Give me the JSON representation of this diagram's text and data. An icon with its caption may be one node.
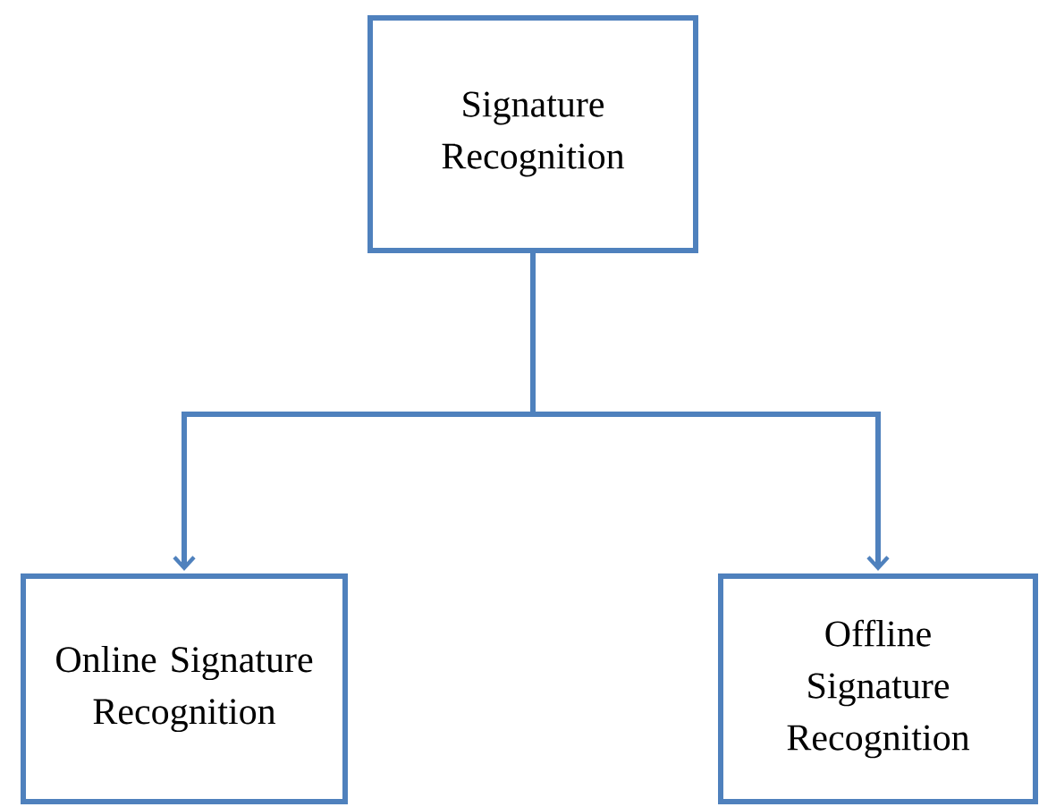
{
  "diagram": {
    "nodes": [
      {
        "text": [
          "Signature Recognition"
        ]
      },
      {
        "text": [
          "Online Signature Recognition"
        ]
      },
      {
        "text": [
          "Offline Signature Recognition"
        ]
      }
    ],
    "edges": [
      {
        "from": 0,
        "to": 1,
        "arrow": "to"
      },
      {
        "from": 0,
        "to": 2,
        "arrow": "to"
      }
    ]
  }
}
